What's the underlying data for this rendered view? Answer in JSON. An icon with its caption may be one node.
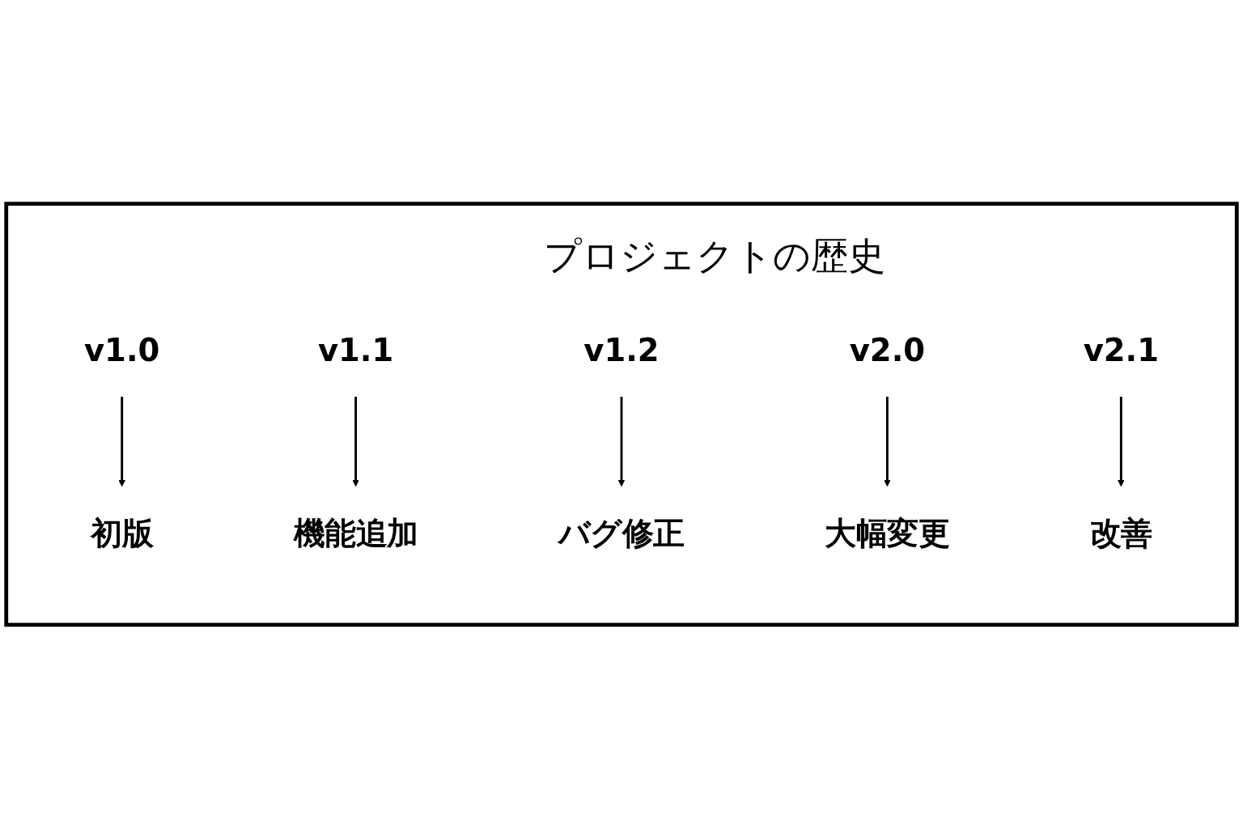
{
  "diagram": {
    "nodes": [
      {
        "text": [
          "プロジェクトの歴史"
        ]
      },
      {
        "text": [
          "v1.0"
        ],
        "in": 0
      },
      {
        "text": [
          "v1.1"
        ],
        "in": 0
      },
      {
        "text": [
          "v1.2"
        ],
        "in": 0
      },
      {
        "text": [
          "v2.0"
        ],
        "in": 0
      },
      {
        "text": [
          "v2.1"
        ],
        "in": 0
      },
      {
        "text": [
          "初版"
        ],
        "in": 0
      },
      {
        "text": [
          "機能追加"
        ],
        "in": 0
      },
      {
        "text": [
          "バグ修正"
        ],
        "in": 0
      },
      {
        "text": [
          "大幅変更"
        ],
        "in": 0
      },
      {
        "text": [
          "改善"
        ],
        "in": 0
      }
    ],
    "edges": [
      {
        "from": 1,
        "to": 6,
        "arrow": "to"
      },
      {
        "from": 2,
        "to": 7,
        "arrow": "to"
      },
      {
        "from": 3,
        "to": 8,
        "arrow": "to"
      },
      {
        "from": 4,
        "to": 9,
        "arrow": "to"
      },
      {
        "from": 5,
        "to": 10,
        "arrow": "to"
      }
    ]
  }
}
